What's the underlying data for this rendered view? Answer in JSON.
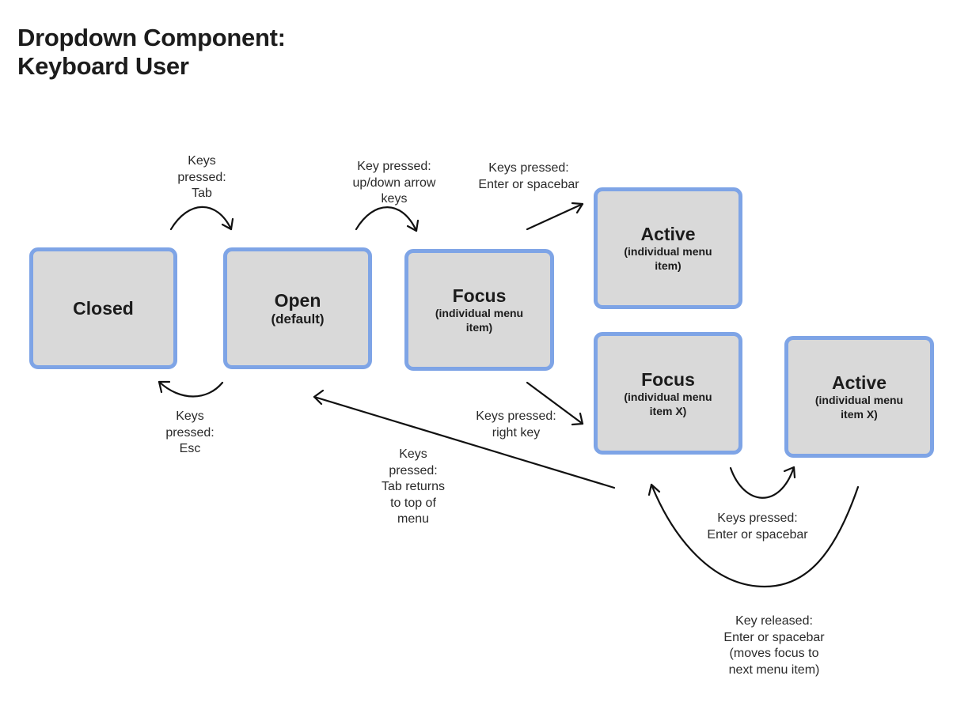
{
  "title": {
    "line1": "Dropdown Component:",
    "line2": "Keyboard User"
  },
  "nodes": {
    "closed": {
      "label": "Closed"
    },
    "open": {
      "label": "Open",
      "sub": "(default)"
    },
    "focus1": {
      "label": "Focus",
      "sub1": "(individual menu",
      "sub2": "item)"
    },
    "active1": {
      "label": "Active",
      "sub1": "(individual menu",
      "sub2": "item)"
    },
    "focus2": {
      "label": "Focus",
      "sub1": "(individual menu",
      "sub2": "item X)"
    },
    "active2": {
      "label": "Active",
      "sub1": "(individual menu",
      "sub2": "item X)"
    }
  },
  "transitions": {
    "tab": [
      "Keys",
      "pressed:",
      "Tab"
    ],
    "arrows": [
      "Key pressed:",
      "up/down arrow",
      "keys"
    ],
    "enter_top": [
      "Keys pressed:",
      "Enter or spacebar"
    ],
    "esc": [
      "Keys",
      "pressed:",
      "Esc"
    ],
    "right": [
      "Keys pressed:",
      "right key"
    ],
    "tab_return": [
      "Keys",
      "pressed:",
      "Tab returns",
      "to top of",
      "menu"
    ],
    "enter_bottom": [
      "Keys pressed:",
      "Enter or spacebar"
    ],
    "released": [
      "Key released:",
      "Enter or spacebar",
      "(moves focus to",
      "next menu item)"
    ]
  },
  "colors": {
    "node_fill": "#d9d9d9",
    "node_border": "#7ea4e6",
    "arrow": "#111111"
  }
}
